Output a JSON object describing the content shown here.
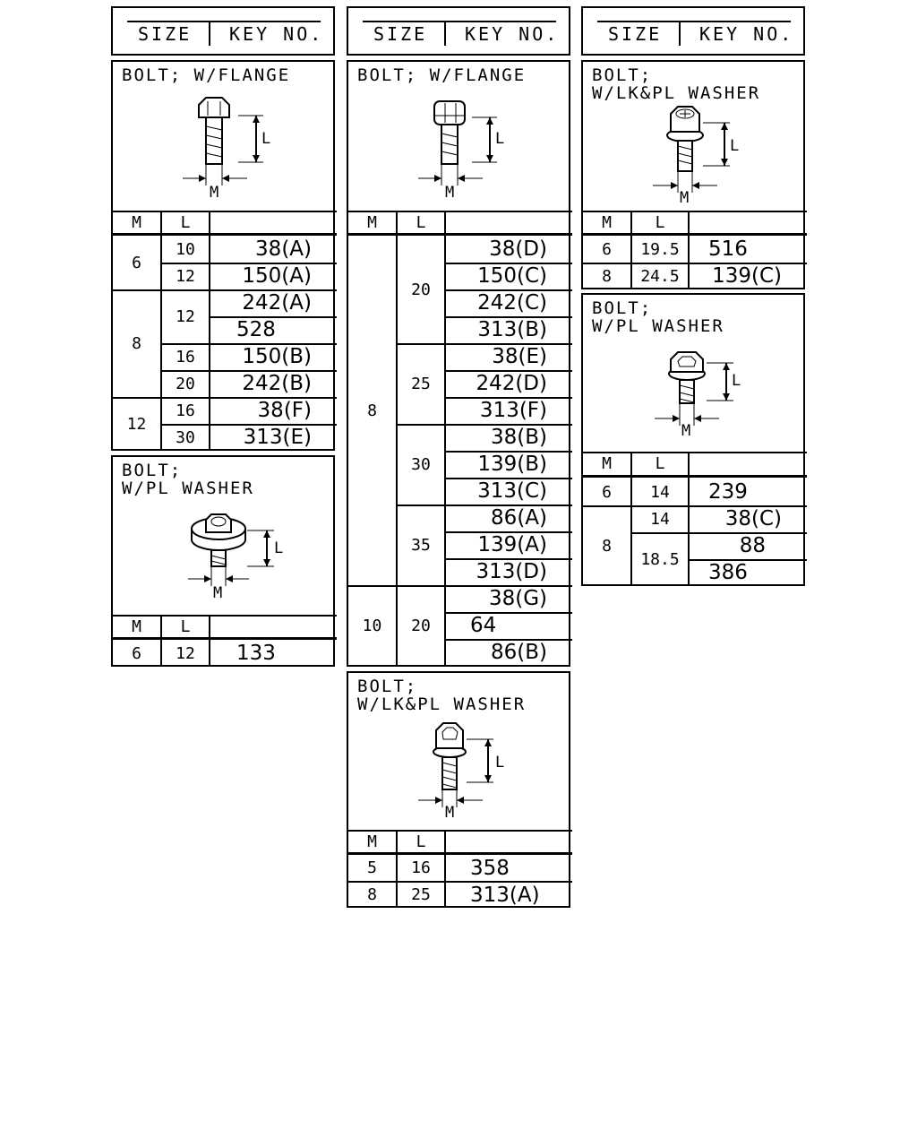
{
  "size_headers": [
    {
      "size": "SIZE",
      "key": "KEY NO."
    },
    {
      "size": "SIZE",
      "key": "KEY NO."
    },
    {
      "size": "SIZE",
      "key": "KEY NO."
    }
  ],
  "col_headers": {
    "m": "M",
    "l": "L"
  },
  "dim_labels": {
    "l": "L",
    "m": "M"
  },
  "panels": {
    "c1_flange": {
      "title": "BOLT; W/FLANGE",
      "rows": [
        {
          "m": "6",
          "l": "10",
          "key": "38(A)"
        },
        {
          "l": "12",
          "key": "150(A)"
        },
        {
          "m": "8",
          "l": "12",
          "key": "242(A)"
        },
        {
          "key": "528"
        },
        {
          "l": "16",
          "key": "150(B)"
        },
        {
          "l": "20",
          "key": "242(B)"
        },
        {
          "m": "12",
          "l": "16",
          "key": "38(F)"
        },
        {
          "l": "30",
          "key": "313(E)"
        }
      ]
    },
    "c1_plwasher": {
      "title_1": "BOLT;",
      "title_2": "W/PL WASHER",
      "rows": [
        {
          "m": "6",
          "l": "12",
          "key": "133"
        }
      ]
    },
    "c2_flange": {
      "title": "BOLT; W/FLANGE",
      "m_8": "8",
      "m_10": "10",
      "l_groups": [
        "20",
        "25",
        "30",
        "35",
        "20"
      ],
      "keys": [
        "38(D)",
        "150(C)",
        "242(C)",
        "313(B)",
        "38(E)",
        "242(D)",
        "313(F)",
        "38(B)",
        "139(B)",
        "313(C)",
        "86(A)",
        "139(A)",
        "313(D)",
        "38(G)",
        "64",
        "86(B)"
      ]
    },
    "c2_lkpl": {
      "title_1": "BOLT;",
      "title_2": "W/LK&PL WASHER",
      "rows": [
        {
          "m": "5",
          "l": "16",
          "key": "358"
        },
        {
          "m": "8",
          "l": "25",
          "key": "313(A)"
        }
      ]
    },
    "c3_lkpl": {
      "title_1": "BOLT;",
      "title_2": "W/LK&PL WASHER",
      "rows": [
        {
          "m": "6",
          "l": "19.5",
          "key": "516"
        },
        {
          "m": "8",
          "l": "24.5",
          "key": "139(C)"
        }
      ]
    },
    "c3_plwasher": {
      "title_1": "BOLT;",
      "title_2": "W/PL WASHER",
      "rows": [
        {
          "m": "6",
          "l": "14",
          "key": "239"
        },
        {
          "m": "8",
          "l": "14",
          "key": "38(C)"
        },
        {
          "l": "18.5",
          "key": "88"
        },
        {
          "key": "386"
        }
      ]
    }
  }
}
